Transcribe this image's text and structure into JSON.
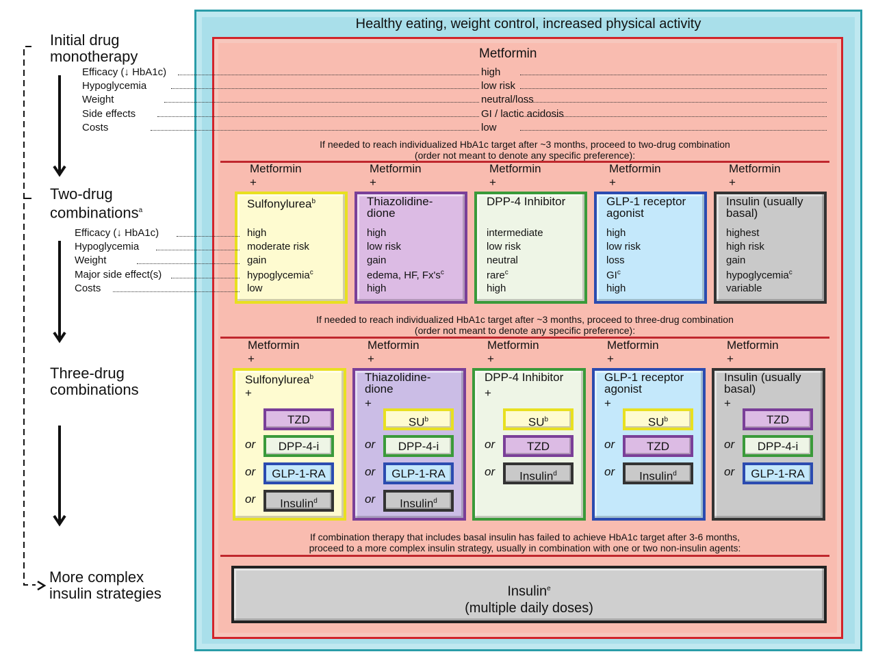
{
  "banner": "Healthy eating, weight control, increased physical activity",
  "colors": {
    "sulfonylurea": "#fefbd0",
    "tzd": "#dcbbe4",
    "dpp4": "#eef5e6",
    "glp1": "#c4e8fb",
    "insulin": "#c9c9c9"
  },
  "left": {
    "stage1": "Initial drug monotherapy",
    "stage2": "Two-drug combinations",
    "stage2_sup": "a",
    "stage3": "Three-drug combinations",
    "stage4": "More complex insulin strategies",
    "rows1": [
      "Efficacy (↓ HbA1c)",
      "Hypoglycemia",
      "Weight",
      "Side effects",
      "Costs"
    ],
    "rows2": [
      "Efficacy (↓ HbA1c)",
      "Hypoglycemia",
      "Weight",
      "Major side effect(s)",
      "Costs"
    ]
  },
  "mono": {
    "title": "Metformin",
    "values": [
      "high",
      "low risk",
      "neutral/loss",
      "GI / lactic acidosis",
      "low"
    ]
  },
  "note1": [
    "If needed to reach individualized HbA1c target after ~3 months, proceed to two-drug combination",
    "(order not meant to denote any specific preference):"
  ],
  "note2": [
    "If needed to reach individualized HbA1c target after ~3 months, proceed to three-drug combination",
    "(order not meant to denote any specific preference):"
  ],
  "note3": [
    "If combination therapy that includes basal insulin has failed to achieve HbA1c target after 3-6 months,",
    "proceed to a more complex insulin strategy, usually in combination with one or two non-insulin agents:"
  ],
  "base_label": "Metformin",
  "plus": "+",
  "or": "or",
  "two_drug": [
    {
      "kind": "sulfonylurea",
      "title": "Sulfonylurea",
      "sup": "b",
      "values": [
        "high",
        "moderate risk",
        "gain",
        "hypoglycemia",
        "low"
      ],
      "vsup": [
        "",
        "",
        "",
        "c",
        ""
      ]
    },
    {
      "kind": "tzd",
      "title": "Thiazolidine-\ndione",
      "sup": "",
      "values": [
        "high",
        "low risk",
        "gain",
        "edema, HF, Fx's",
        "high"
      ],
      "vsup": [
        "",
        "",
        "",
        "c",
        ""
      ]
    },
    {
      "kind": "dpp4",
      "title": "DPP-4 Inhibitor",
      "sup": "",
      "values": [
        "intermediate",
        "low risk",
        "neutral",
        "rare",
        "high"
      ],
      "vsup": [
        "",
        "",
        "",
        "c",
        ""
      ]
    },
    {
      "kind": "glp1",
      "title": "GLP-1 receptor\nagonist",
      "sup": "",
      "values": [
        "high",
        "low risk",
        "loss",
        "GI",
        "high"
      ],
      "vsup": [
        "",
        "",
        "",
        "c",
        ""
      ]
    },
    {
      "kind": "insulin",
      "title": "Insulin (usually\nbasal)",
      "sup": "",
      "values": [
        "highest",
        "high risk",
        "gain",
        "hypoglycemia",
        "variable"
      ],
      "vsup": [
        "",
        "",
        "",
        "c",
        ""
      ]
    }
  ],
  "three_drug": [
    {
      "kind": "sulfonylurea",
      "title": "Sulfonylurea",
      "sup": "b",
      "options": [
        {
          "kind": "tzd",
          "label": "TZD",
          "sup": ""
        },
        {
          "kind": "dpp4",
          "label": "DPP-4-i",
          "sup": ""
        },
        {
          "kind": "glp1",
          "label": "GLP-1-RA",
          "sup": ""
        },
        {
          "kind": "insulin",
          "label": "Insulin",
          "sup": "d"
        }
      ]
    },
    {
      "kind": "tzd",
      "title": "Thiazolidine-\ndione",
      "sup": "",
      "options": [
        {
          "kind": "sulfonylurea",
          "label": "SU",
          "sup": "b"
        },
        {
          "kind": "dpp4",
          "label": "DPP-4-i",
          "sup": ""
        },
        {
          "kind": "glp1",
          "label": "GLP-1-RA",
          "sup": ""
        },
        {
          "kind": "insulin",
          "label": "Insulin",
          "sup": "d"
        }
      ]
    },
    {
      "kind": "dpp4",
      "title": "DPP-4 Inhibitor",
      "sup": "",
      "options": [
        {
          "kind": "sulfonylurea",
          "label": "SU",
          "sup": "b"
        },
        {
          "kind": "tzd",
          "label": "TZD",
          "sup": ""
        },
        {
          "kind": "insulin",
          "label": "Insulin",
          "sup": "d"
        }
      ]
    },
    {
      "kind": "glp1",
      "title": "GLP-1 receptor\nagonist",
      "sup": "",
      "options": [
        {
          "kind": "sulfonylurea",
          "label": "SU",
          "sup": "b"
        },
        {
          "kind": "tzd",
          "label": "TZD",
          "sup": ""
        },
        {
          "kind": "insulin",
          "label": "Insulin",
          "sup": "d"
        }
      ]
    },
    {
      "kind": "insulin",
      "title": "Insulin (usually\nbasal)",
      "sup": "",
      "options": [
        {
          "kind": "tzd",
          "label": "TZD",
          "sup": ""
        },
        {
          "kind": "dpp4",
          "label": "DPP-4-i",
          "sup": ""
        },
        {
          "kind": "glp1",
          "label": "GLP-1-RA",
          "sup": ""
        }
      ]
    }
  ],
  "final": {
    "line1": "Insulin",
    "sup": "e",
    "line2": "(multiple daily doses)"
  }
}
